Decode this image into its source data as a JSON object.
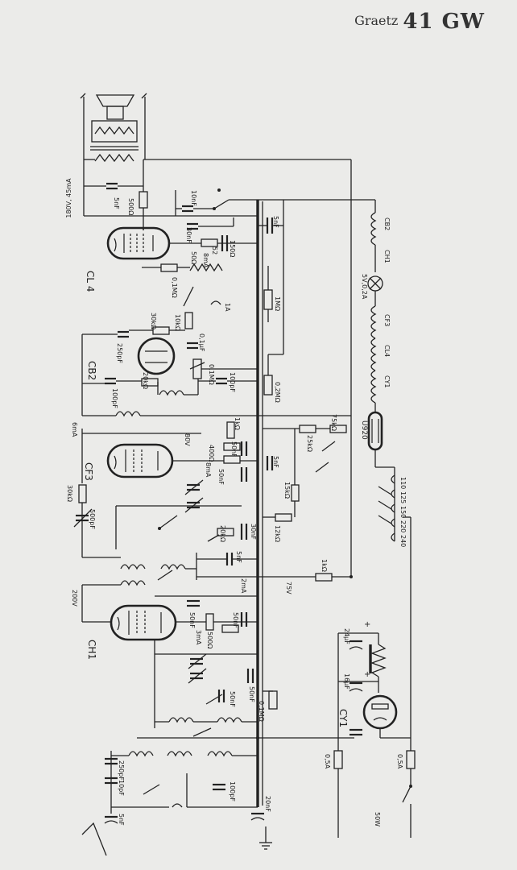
{
  "title": {
    "brand": "Graetz",
    "model": "41 GW"
  },
  "tubes": [
    {
      "name": "CL 4"
    },
    {
      "name": "CB2"
    },
    {
      "name": "CF3"
    },
    {
      "name": "CH1"
    },
    {
      "name": "CY1"
    },
    {
      "name": "U920"
    }
  ],
  "filament_chain": [
    "CB2",
    "CH1",
    "5V,0,2A",
    "CF3",
    "CL4",
    "CY1"
  ],
  "mains_taps": [
    "110",
    "125",
    "150",
    "220",
    "240"
  ],
  "labels": {
    "cl4_supply": "180V, 45mA",
    "cl4_bias": "8mA",
    "cf3_current": "6mA",
    "cf3_screen": "8mA",
    "cf3_anode": "80V",
    "ch1_anode": "200V",
    "ch1_screen": "3mA",
    "osc_current": "2mA",
    "supply_75v": "75V",
    "fuse_left": "0,5A",
    "fuse_right": "0,5A",
    "power": "50W",
    "speaker_fuse": "1A",
    "cap_24uf": "24µF",
    "cap_16uf": "16µF"
  },
  "components": {
    "c_5nf_out": "5nF",
    "r_500": "500Ω",
    "c_10nf": "10nF",
    "c_30nf": "30nF",
    "c_5nf_top": "5nF",
    "r_150": "150Ω",
    "r_50_fb": "50Ω",
    "r_52": "52",
    "r_01m": "0,1MΩ",
    "r_1m": "1MΩ",
    "r_30k": "30kΩ",
    "r_10k": "10kΩ",
    "c_250pf": "250pF",
    "c_01uf": "0,1µF",
    "r_pot": "0,1MΩ",
    "r_20k": "20kΩ",
    "c_100pf_a": "100pF",
    "c_100pf_b": "100pF",
    "r_02m": "0,2MΩ",
    "r_1k_a": "1kΩ",
    "r_400": "400Ω",
    "c_50nf_a": "50nF",
    "c_50nf_b": "50nF",
    "c_5nf_mid": "5nF",
    "r_25k": "25kΩ",
    "r_75k": "75kΩ",
    "r_15k": "15kΩ",
    "r_12k": "12kΩ",
    "r_30k_b": "30kΩ",
    "c_500pf": "500pF",
    "r_20k_b": "20kΩ",
    "c_30nf_b": "30nF",
    "c_5nf_c": "5nF",
    "r_1k_b": "1kΩ",
    "c_50nf_c": "50nF",
    "r_500_b": "500Ω",
    "c_50nf_d": "50nF",
    "c_50nf_e": "50nF",
    "r_01m_b": "0,1MΩ",
    "c_50nf_f": "50nF",
    "c_250pf_b": "250pF",
    "c_10pf": "10pF",
    "c_5nf_ant": "5nF",
    "c_100pf_c": "100pF",
    "c_20nf": "20nF"
  }
}
